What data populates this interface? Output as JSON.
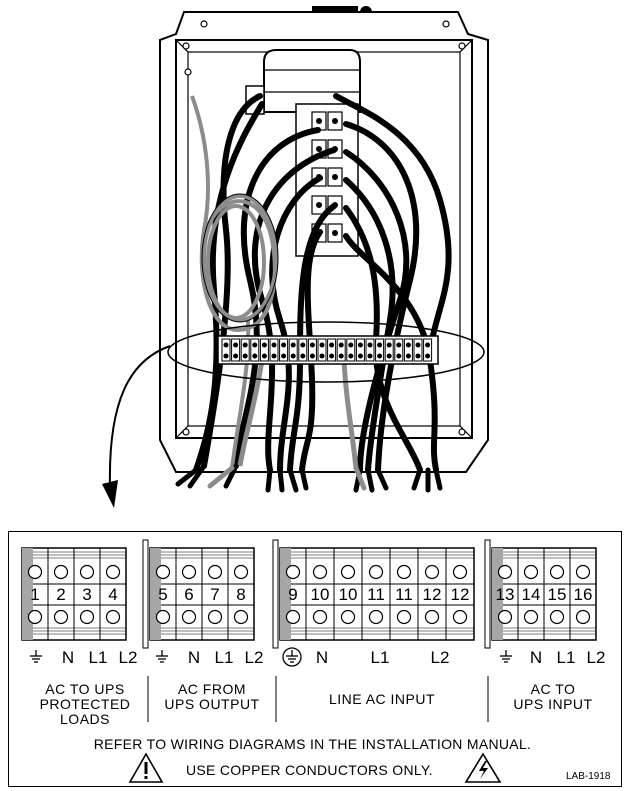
{
  "terminals": [
    {
      "number": "1",
      "has_ground_bar": true
    },
    {
      "number": "2"
    },
    {
      "number": "3"
    },
    {
      "number": "4"
    },
    {
      "number": "5",
      "has_ground_bar": true
    },
    {
      "number": "6"
    },
    {
      "number": "7"
    },
    {
      "number": "8"
    },
    {
      "number": "9",
      "has_ground_bar": true
    },
    {
      "number": "10"
    },
    {
      "number": "10"
    },
    {
      "number": "11"
    },
    {
      "number": "11"
    },
    {
      "number": "12"
    },
    {
      "number": "12"
    },
    {
      "number": "13",
      "has_ground_bar": true
    },
    {
      "number": "14"
    },
    {
      "number": "15"
    },
    {
      "number": "16"
    }
  ],
  "groups": [
    {
      "symbols": [
        "⏚",
        "N",
        "L1",
        "L2"
      ],
      "label_lines": [
        "AC TO UPS",
        "PROTECTED",
        "LOADS"
      ]
    },
    {
      "symbols": [
        "⏚",
        "N",
        "L1",
        "L2"
      ],
      "label_lines": [
        "AC FROM",
        "UPS OUTPUT"
      ]
    },
    {
      "symbols": [
        "⏚",
        "N",
        "L1",
        "L2"
      ],
      "label_lines": [
        "LINE AC INPUT"
      ]
    },
    {
      "symbols": [
        "⏚",
        "N",
        "L1",
        "L2"
      ],
      "label_lines": [
        "AC TO",
        "UPS INPUT"
      ]
    }
  ],
  "notes": {
    "wiring": "REFER TO WIRING DIAGRAMS IN THE INSTALLATION MANUAL.",
    "copper": "USE COPPER CONDUCTORS ONLY."
  },
  "document_code": "LAB-1918",
  "icons": [
    "warning-exclamation-icon",
    "electrical-hazard-icon",
    "protective-earth-icon",
    "ground-symbol-icon"
  ],
  "colors": {
    "line": "#000000",
    "ground_bar": "#a6a6a6",
    "cable_gray": "#8c8c8c"
  }
}
